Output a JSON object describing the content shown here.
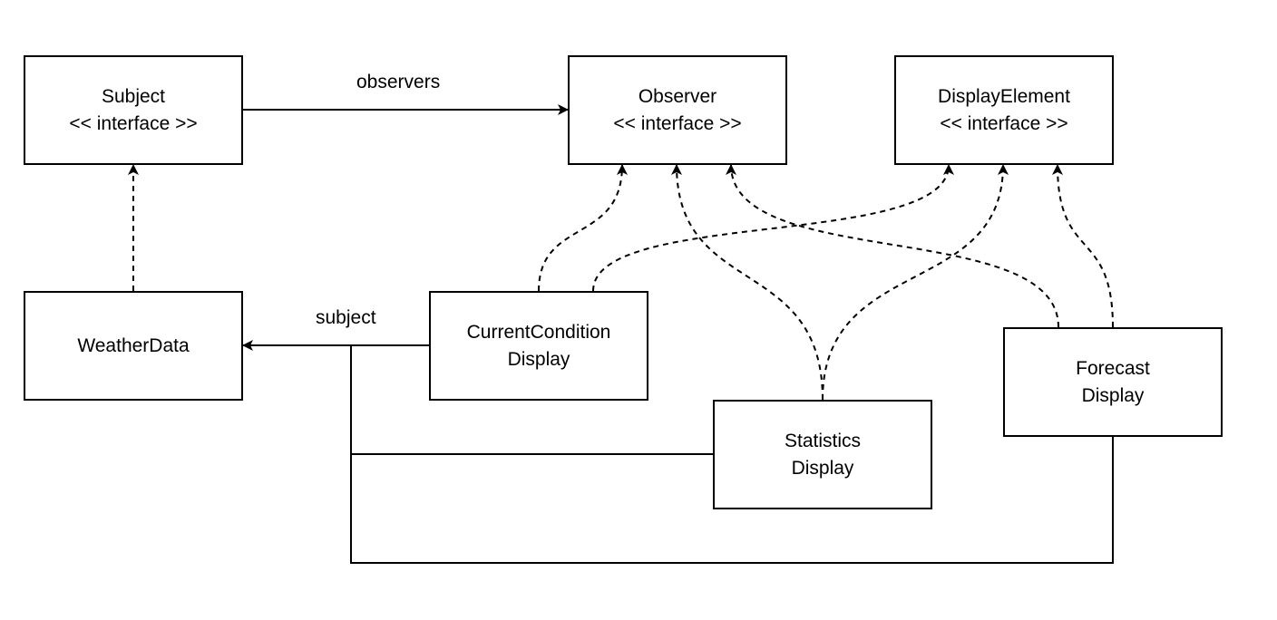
{
  "nodes": {
    "subject": {
      "line1": "Subject",
      "line2": "<< interface >>"
    },
    "observer": {
      "line1": "Observer",
      "line2": "<< interface >>"
    },
    "display_element": {
      "line1": "DisplayElement",
      "line2": "<< interface >>"
    },
    "weather_data": {
      "line1": "WeatherData"
    },
    "current_condition": {
      "line1": "CurrentCondition",
      "line2": "Display"
    },
    "statistics": {
      "line1": "Statistics",
      "line2": "Display"
    },
    "forecast": {
      "line1": "Forecast",
      "line2": "Display"
    }
  },
  "edge_labels": {
    "observers": "observers",
    "subject": "subject"
  },
  "colors": {
    "stroke": "#000000",
    "background": "#ffffff"
  }
}
